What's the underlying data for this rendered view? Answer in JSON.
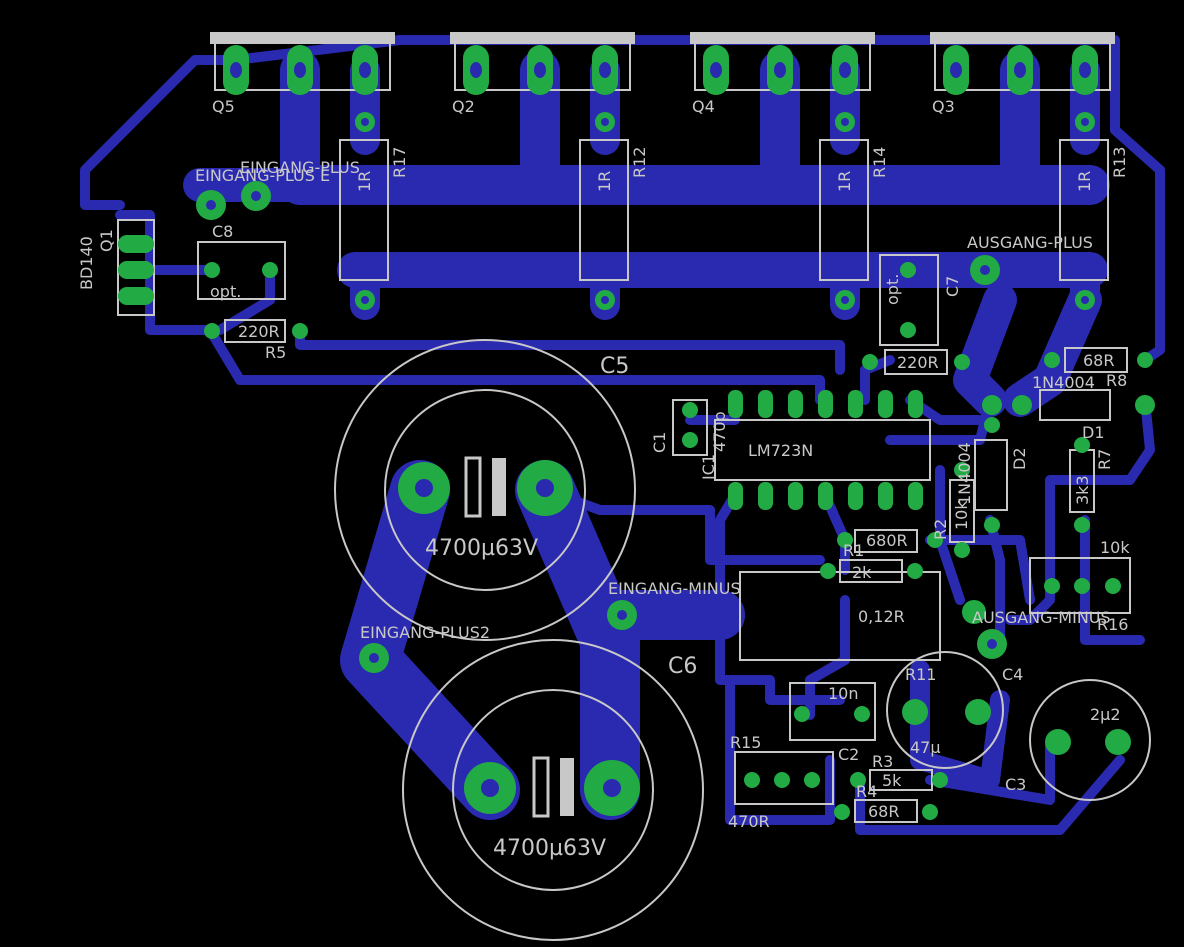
{
  "board": {
    "background": "#000000",
    "trace_color": "#2a2ab0",
    "pad_color": "#22aa44",
    "silk_color": "#c8c8c8"
  },
  "labels": {
    "q5": "Q5",
    "q2": "Q2",
    "q4": "Q4",
    "q3": "Q3",
    "r17_name": "R17",
    "r17_val": "1R",
    "r12_name": "R12",
    "r12_val": "1R",
    "r14_name": "R14",
    "r14_val": "1R",
    "r13_name": "R13",
    "r13_val": "1R",
    "eingang_plus": "EINGANG-PLUS",
    "eingang_plus_e": "EINGANG-PLUS E",
    "bd140": "BD140",
    "q1": "Q1",
    "c8": "C8",
    "c8_val": "opt.",
    "r5_name": "R5",
    "r5_val": "220R",
    "c5": "C5",
    "cap_big_val_1": "4700µ63V",
    "cap_big_val_2": "4700µ63V",
    "c6": "C6",
    "eingang_minus": "EINGANG-MINUS",
    "eingang_plus2": "EINGANG-PLUS2",
    "ausgang_plus": "AUSGANG-PLUS",
    "c7": "C7",
    "c7_val": "opt.",
    "r6_val": "220R",
    "r8_val": "68R",
    "r8_name": "R8",
    "d1_type": "1N4004",
    "d1": "D1",
    "c1": "C1",
    "c1_val": "470p",
    "ic1": "IC1",
    "ic1_val": "LM723N",
    "d2": "D2",
    "d2_type": "1N4004",
    "r2": "R2",
    "r2_val": "10k",
    "r7": "R7",
    "r7_val": "3k3",
    "r1": "R1",
    "r1_val": "680R",
    "r9_val": "2k",
    "shunt_val": "0,12R",
    "r10_val": "10k",
    "r16": "R16",
    "ausgang_minus": "AUSGANG-MINUS",
    "r11": "R11",
    "c4": "C4",
    "c4_val": "47µ",
    "c2_val": "10n",
    "c2": "C2",
    "c3": "C3",
    "c3_val": "2µ2",
    "r15": "R15",
    "r15_val": "470R",
    "r3": "R3",
    "r3_val": "5k",
    "r4": "R4",
    "r4_val": "68R"
  }
}
